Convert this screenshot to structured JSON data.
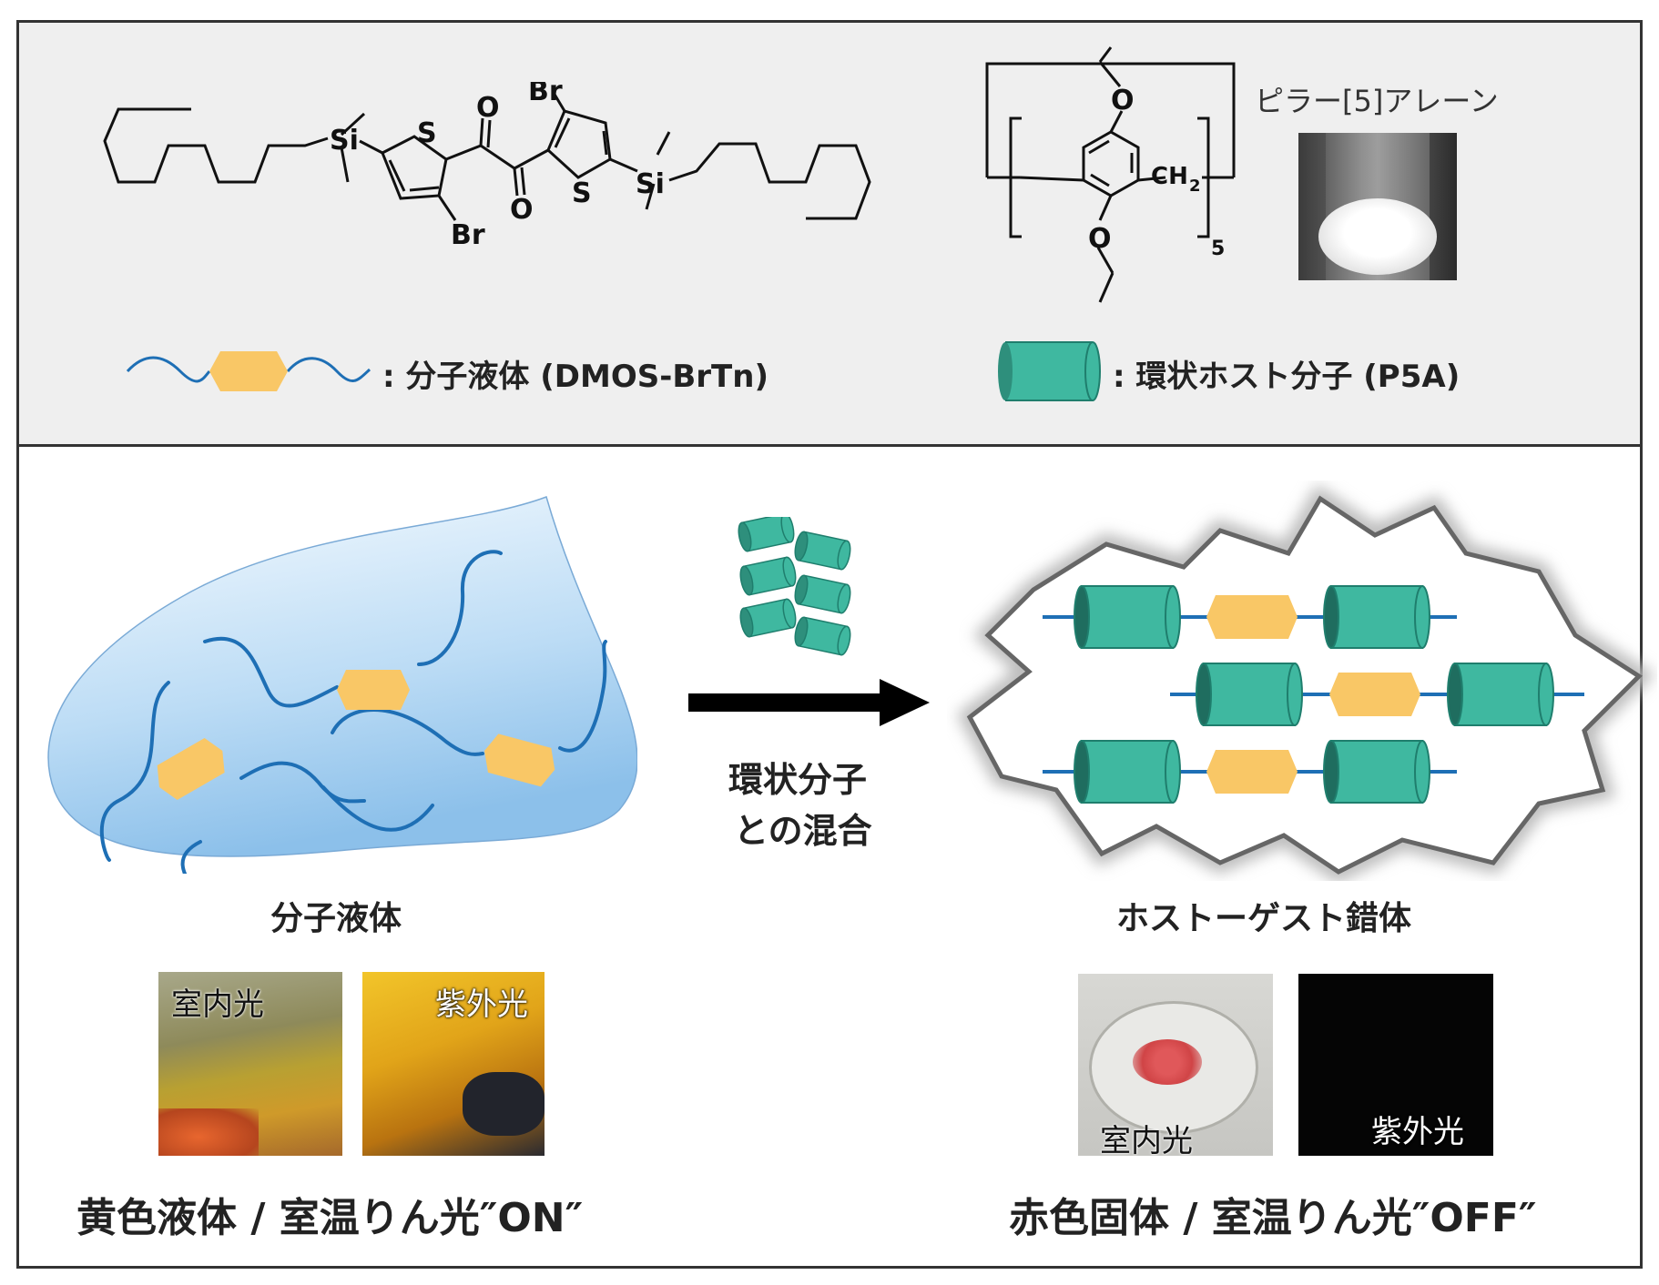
{
  "molecules": {
    "dmos_brtn": {
      "atom_br_top": "Br",
      "atom_br_bottom": "Br",
      "atom_s_left": "S",
      "atom_s_right": "S",
      "atom_si_left": "Si",
      "atom_si_right": "Si",
      "atom_o_top": "O",
      "atom_o_bottom": "O"
    },
    "pillararene": {
      "atom_o_top": "O",
      "atom_o_bottom": "O",
      "ch2": "CH",
      "ch2_sub": "2",
      "repeat": "5",
      "name": "ピラー[5]アレーン"
    }
  },
  "legend": {
    "liquid": ": 分子液体 (DMOS-BrTn)",
    "host": ": 環状ホスト分子 (P5A)"
  },
  "process": {
    "arrow_label_line1": "環状分子",
    "arrow_label_line2": "との混合",
    "left_title": "分子液体",
    "right_title": "ホストーゲスト錯体"
  },
  "photos": {
    "left_room": "室内光",
    "left_uv": "紫外光",
    "right_room": "室内光",
    "right_uv": "紫外光"
  },
  "captions": {
    "left": "黄色液体 / 室温りん光″ON″",
    "right": "赤色固体 / 室温りん光″OFF″"
  },
  "colors": {
    "host_teal": "#3fb8a0",
    "guest_yellow": "#f9c766",
    "chain_blue": "#1e6fb5",
    "panel_gray": "#efefef"
  }
}
